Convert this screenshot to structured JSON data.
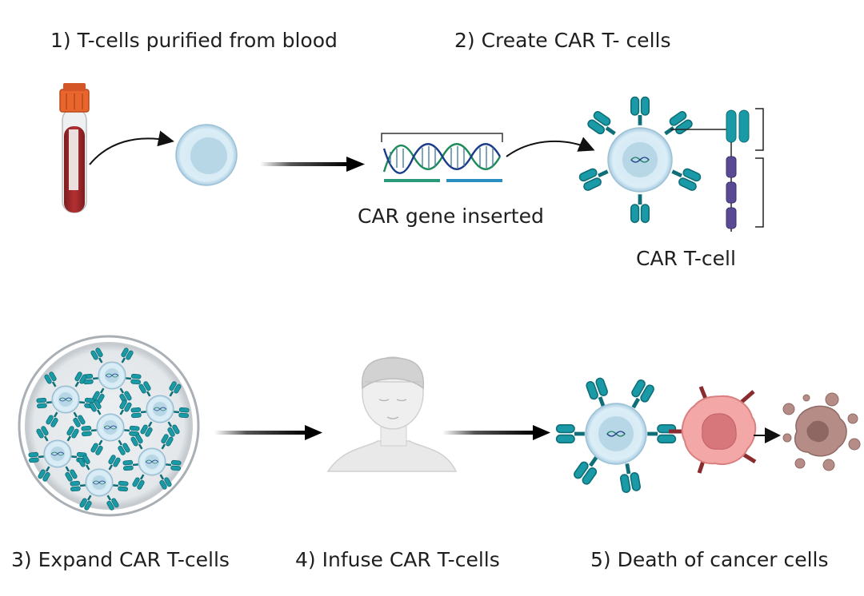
{
  "steps": {
    "step1": "1) T-cells purified from blood",
    "step2": "2) Create CAR T- cells",
    "step3": "3) Expand CAR T-cells",
    "step4": "4) Infuse CAR T-cells",
    "step5": "5) Death of cancer cells"
  },
  "labels": {
    "car_gene": "CAR gene inserted",
    "car_tcell": "CAR T-cell"
  },
  "colors": {
    "receptor": "#1a9aa6",
    "receptor_dark": "#0f6f78",
    "cell": "#d6ebf5",
    "nucleus": "#b7d6e6",
    "blood": "#a5292a",
    "cap": "#e8652e",
    "cancer": "#f3a7a7",
    "dead_cell": "#a9817c",
    "domain_purple": "#5a4a94"
  }
}
